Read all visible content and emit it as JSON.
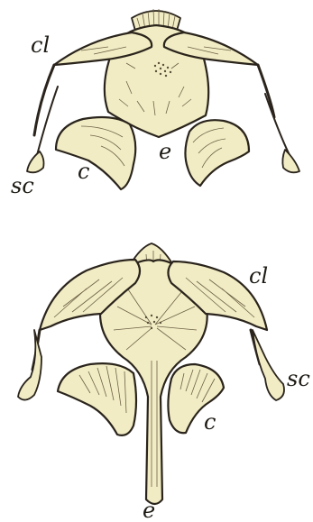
{
  "labels": {
    "top": {
      "clavicle": "cl",
      "scapula": "sc",
      "coracoid": "c",
      "episternum": "e"
    },
    "bottom": {
      "clavicle": "cl",
      "scapula": "sc",
      "coracoid": "c",
      "episternum": "e"
    }
  },
  "colors": {
    "bone_fill": "#f1ecc4",
    "outline": "#2a241c",
    "background": "#ffffff"
  }
}
